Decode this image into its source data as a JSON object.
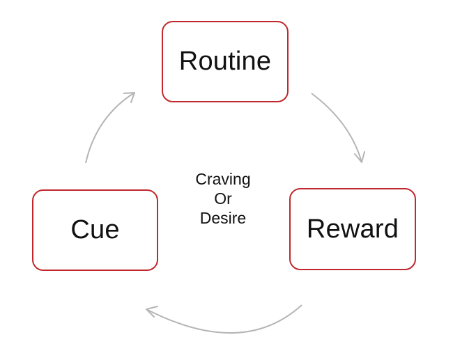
{
  "diagram": {
    "nodes": {
      "routine": "Routine",
      "reward": "Reward",
      "cue": "Cue"
    },
    "center_label": [
      "Craving",
      "Or",
      "Desire"
    ],
    "colors": {
      "node_border": "#c0282d",
      "arrow": "#b5b5b5",
      "text": "#111111"
    },
    "edges": [
      {
        "from": "cue",
        "to": "routine"
      },
      {
        "from": "routine",
        "to": "reward"
      },
      {
        "from": "reward",
        "to": "cue"
      }
    ]
  }
}
